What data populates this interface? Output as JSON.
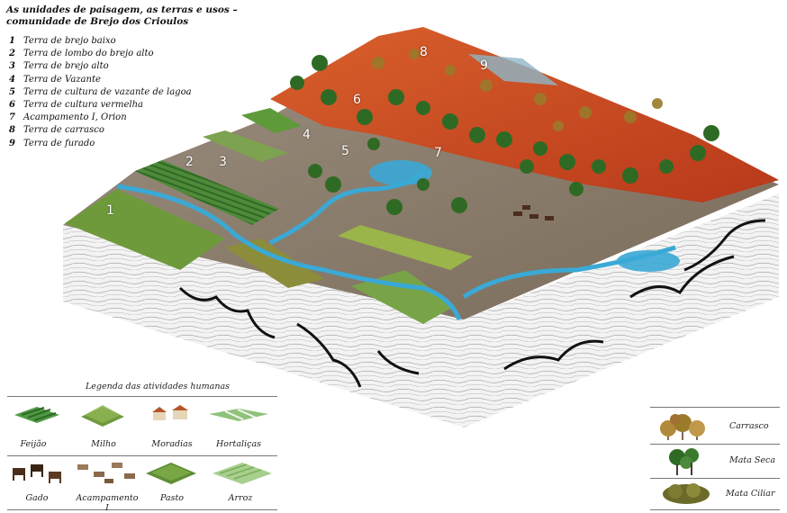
{
  "title_line1": "As unidades de paisagem, as terras e usos –",
  "title_line2": "comunidade de Brejo dos Crioulos",
  "units": [
    {
      "num": "1",
      "label": "Terra de brejo baixo"
    },
    {
      "num": "2",
      "label": "Terra de lombo do brejo alto"
    },
    {
      "num": "3",
      "label": "Terra de brejo alto"
    },
    {
      "num": "4",
      "label": "Terra de Vazante"
    },
    {
      "num": "5",
      "label": "Terra de cultura de vazante de lagoa"
    },
    {
      "num": "6",
      "label": "Terra de cultura vermelha"
    },
    {
      "num": "7",
      "label": "Acampamento I, Orion"
    },
    {
      "num": "8",
      "label": "Terra de carrasco"
    },
    {
      "num": "9",
      "label": "Terra de furado"
    }
  ],
  "map_numbers": [
    "1",
    "2",
    "3",
    "4",
    "5",
    "6",
    "7",
    "8",
    "9"
  ],
  "activities_title": "Legenda das atividades humanas",
  "activities": [
    {
      "label": "Feijão",
      "icon": "bean-field-icon"
    },
    {
      "label": "Milho",
      "icon": "corn-field-icon"
    },
    {
      "label": "Moradias",
      "icon": "houses-icon"
    },
    {
      "label": "Hortaliças",
      "icon": "vegetable-beds-icon"
    },
    {
      "label": "Gado",
      "icon": "cattle-icon"
    },
    {
      "label": "Acampamento I",
      "icon": "camp-icon"
    },
    {
      "label": "Pasto",
      "icon": "pasture-icon"
    },
    {
      "label": "Arroz",
      "icon": "rice-field-icon"
    }
  ],
  "vegetation": [
    {
      "label": "Carrasco",
      "icon": "carrasco-shrub-icon"
    },
    {
      "label": "Mata Seca",
      "icon": "dry-forest-tree-icon"
    },
    {
      "label": "Mata Ciliar",
      "icon": "riparian-forest-icon"
    }
  ],
  "colors": {
    "red_soil": "#c8431e",
    "water": "#3aa9d6",
    "field_green": "#6f9a3c",
    "soil_brown": "#8a7a66",
    "rock_white": "#f2f2f2"
  }
}
